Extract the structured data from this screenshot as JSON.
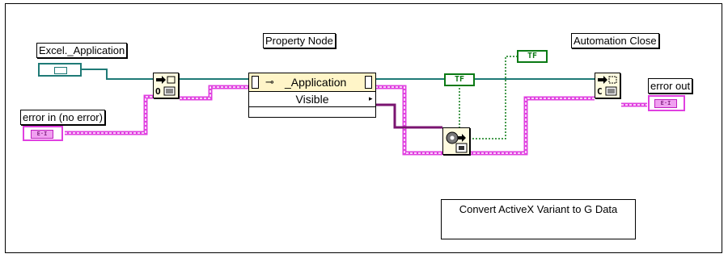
{
  "labels": {
    "excel_application": "Excel._Application",
    "property_node": "Property Node",
    "automation_close": "Automation Close",
    "error_in": "error in (no error)",
    "error_out": "error out",
    "convert_variant": "Convert ActiveX Variant to G Data"
  },
  "property_node": {
    "class_name": "_Application",
    "property": "Visible"
  },
  "booleans": {
    "constant": "TF",
    "indicator": "TF"
  },
  "colors": {
    "refnum_wire": "#1f7a76",
    "error_wire": "#e040e0",
    "error_wire_light": "#f5a8f5",
    "variant_wire": "#7a1470",
    "boolean_wire": "#0a7a14",
    "vi_background": "#fffce0"
  },
  "icons": {
    "automation_open": "automation-open-icon",
    "automation_close": "automation-close-icon",
    "variant_to_data": "variant-to-data-icon"
  }
}
